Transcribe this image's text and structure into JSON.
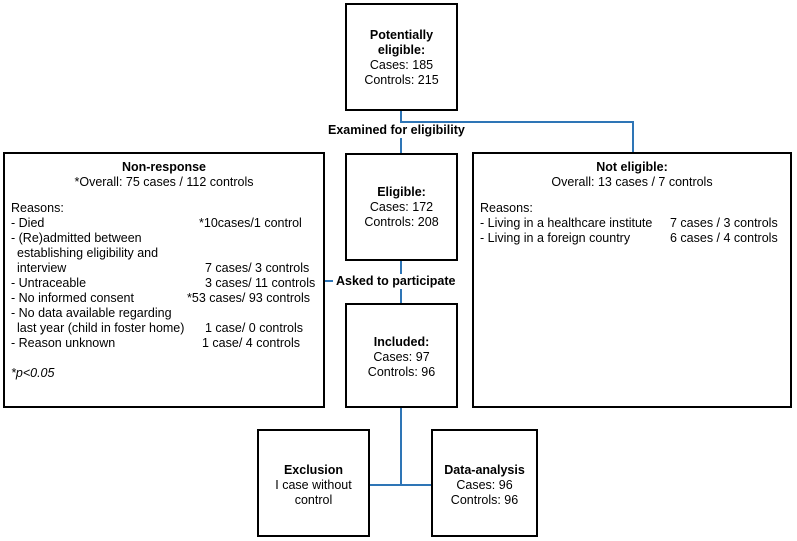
{
  "potentially_eligible": {
    "title_line1": "Potentially",
    "title_line2": "eligible:",
    "cases": "Cases: 185",
    "controls": "Controls: 215"
  },
  "examined_label": "Examined for eligibility",
  "eligible": {
    "title": "Eligible:",
    "cases": "Cases: 172",
    "controls": "Controls: 208"
  },
  "asked_label": "Asked to participate",
  "included": {
    "title": "Included:",
    "cases": "Cases: 97",
    "controls": "Controls: 96"
  },
  "non_response": {
    "title": "Non-response",
    "overall": "*Overall: 75 cases / 112 controls",
    "reasons_heading": "Reasons:",
    "reasons": [
      {
        "lines": [
          "- Died"
        ],
        "value": "*10cases/1 control"
      },
      {
        "lines": [
          "- (Re)admitted between",
          "  establishing eligibility and",
          "  interview"
        ],
        "value": "7 cases/ 3 controls"
      },
      {
        "lines": [
          "- Untraceable"
        ],
        "value": "3 cases/ 11 controls"
      },
      {
        "lines": [
          "- No informed consent"
        ],
        "value": "*53 cases/ 93 controls"
      },
      {
        "lines": [
          "- No data available regarding",
          "  last year (child in foster home)"
        ],
        "value": "1 case/ 0 controls"
      },
      {
        "lines": [
          "- Reason unknown"
        ],
        "value": "1 case/ 4 controls"
      }
    ],
    "note": "*p<0.05"
  },
  "not_eligible": {
    "title": "Not eligible:",
    "overall": "Overall: 13 cases / 7 controls",
    "reasons_heading": "Reasons:",
    "reasons": [
      {
        "label": "- Living in a healthcare institute",
        "value": "7 cases / 3 controls"
      },
      {
        "label": "- Living in a foreign country",
        "value": "6 cases / 4 controls"
      }
    ]
  },
  "exclusion": {
    "title": "Exclusion",
    "line1": "I case without",
    "line2": "control"
  },
  "data_analysis": {
    "title": "Data-analysis",
    "cases": "Cases: 96",
    "controls": "Controls: 96"
  },
  "colors": {
    "connector": "#2e75b6",
    "border": "#000000"
  }
}
